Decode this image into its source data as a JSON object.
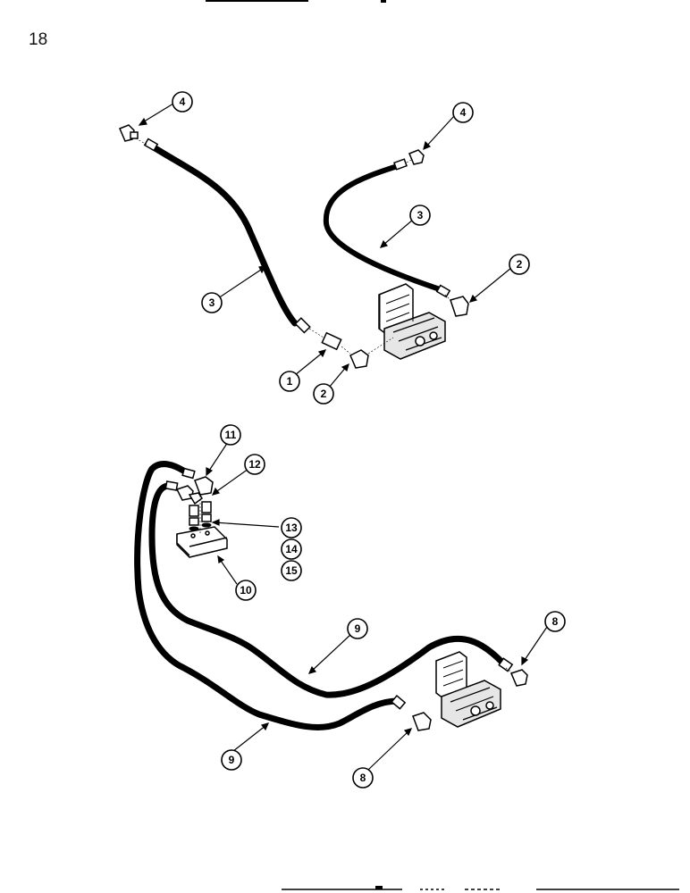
{
  "page": {
    "number": "18"
  },
  "callouts": [
    {
      "id": "c4a",
      "label": "4"
    },
    {
      "id": "c4b",
      "label": "4"
    },
    {
      "id": "c3a",
      "label": "3"
    },
    {
      "id": "c3b",
      "label": "3"
    },
    {
      "id": "c2a",
      "label": "2"
    },
    {
      "id": "c1",
      "label": "1"
    },
    {
      "id": "c2b",
      "label": "2"
    },
    {
      "id": "c11",
      "label": "11"
    },
    {
      "id": "c12",
      "label": "12"
    },
    {
      "id": "c13",
      "label": "13"
    },
    {
      "id": "c14",
      "label": "14"
    },
    {
      "id": "c15",
      "label": "15"
    },
    {
      "id": "c10",
      "label": "10"
    },
    {
      "id": "c9a",
      "label": "9"
    },
    {
      "id": "c9b",
      "label": "9"
    },
    {
      "id": "c8a",
      "label": "8"
    },
    {
      "id": "c8b",
      "label": "8"
    }
  ],
  "colors": {
    "ink": "#000000",
    "paper": "#ffffff",
    "shade": "#dcdcdc"
  }
}
